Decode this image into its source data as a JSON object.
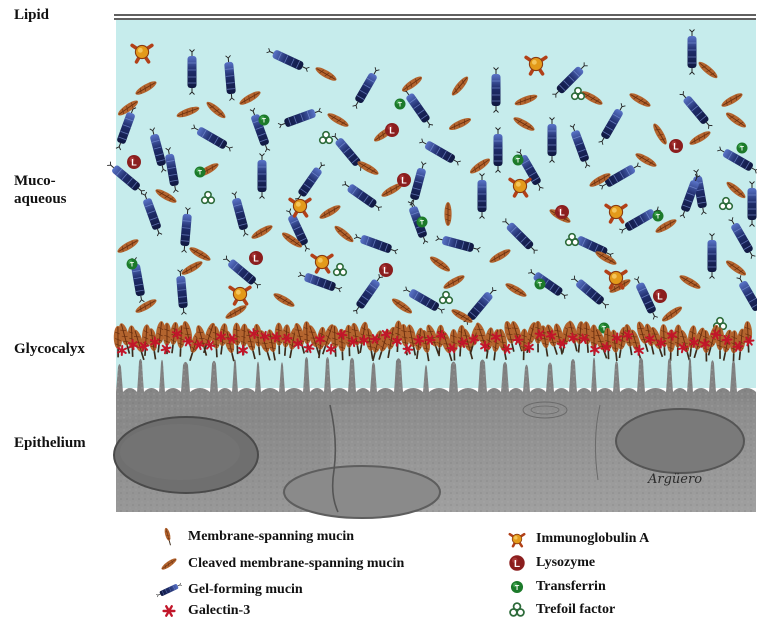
{
  "layers": {
    "lipid": "Lipid",
    "muco_aqueous": [
      "Muco-",
      "aqueous"
    ],
    "glycocalyx": "Glycocalyx",
    "epithelium": "Epithelium"
  },
  "legend": {
    "membrane_spanning_mucin": "Membrane-spanning mucin",
    "cleaved_membrane_spanning_mucin": "Cleaved membrane-spanning mucin",
    "gel_forming_mucin": "Gel-forming mucin",
    "galectin_3": "Galectin-3",
    "immunoglobulin_a": "Immunoglobulin A",
    "lysozyme": "Lysozyme",
    "transferrin": "Transferrin",
    "trefoil_factor": "Trefoil factor"
  },
  "icons": {
    "lysozyme_letter": "L",
    "transferrin_letter": "T"
  },
  "signature": "Argüero",
  "colors": {
    "aqueous": "#c6ecec",
    "gel_mucin": "#1f2d6b",
    "gel_mucin_highlight": "#4a63b5",
    "cleaved_mucin": "#b3642e",
    "lysozyme": "#8b1e1e",
    "transferrin": "#1c7a2a",
    "trefoil": "#2d6b3a",
    "iga": "#c07a10",
    "galectin": "#c2162a",
    "epithelium": "#8d8d8d"
  }
}
